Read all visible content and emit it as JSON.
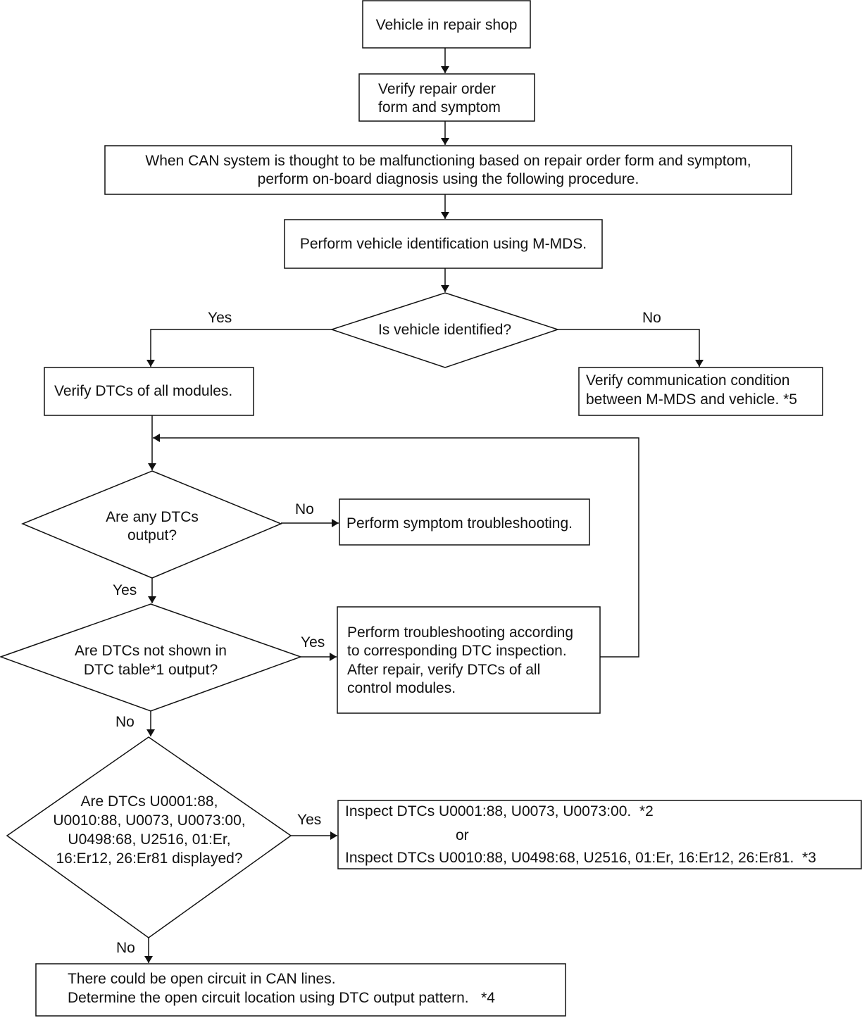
{
  "nodes": {
    "repair_shop": "Vehicle in repair shop",
    "verify_order": [
      "Verify repair order",
      "form and symptom"
    ],
    "can_malfunction": [
      "When CAN system is thought to be malfunctioning based on repair order form and symptom,",
      "perform on-board diagnosis using the following procedure."
    ],
    "vehicle_id": "Perform vehicle identification using M-MDS.",
    "is_identified": "Is vehicle identified?",
    "verify_dtcs_all": "Verify DTCs of all modules.",
    "verify_comm": [
      "Verify communication condition",
      "between M-MDS and vehicle. *5"
    ],
    "any_dtcs": [
      "Are any DTCs",
      "output?"
    ],
    "symptom_ts": "Perform symptom troubleshooting.",
    "not_in_table": [
      "Are DTCs not shown in",
      "DTC table*1 output?"
    ],
    "ts_dtc": [
      "Perform troubleshooting according",
      "to corresponding DTC inspection.",
      "After repair, verify DTCs of all",
      "control modules."
    ],
    "specific_dtcs": [
      "Are DTCs U0001:88,",
      "U0010:88, U0073, U0073:00,",
      "U0498:68, U2516, 01:Er,",
      "16:Er12, 26:Er81 displayed?"
    ],
    "inspect": [
      "Inspect DTCs U0001:88, U0073, U0073:00.  *2",
      "or",
      "Inspect DTCs U0010:88, U0498:68, U2516, 01:Er, 16:Er12, 26:Er81.  *3"
    ],
    "open_circuit": [
      "There could be open circuit in CAN lines.",
      "Determine the open circuit location using DTC output pattern.   *4"
    ]
  },
  "labels": {
    "identified_yes": "Yes",
    "identified_no": "No",
    "any_no": "No",
    "any_yes": "Yes",
    "table_yes": "Yes",
    "table_no": "No",
    "specific_yes": "Yes",
    "specific_no": "No"
  }
}
